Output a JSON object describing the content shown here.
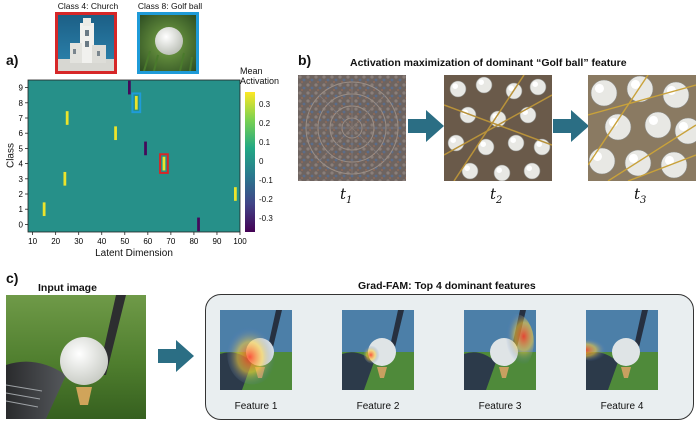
{
  "panel_a": {
    "label": "a)",
    "thumb_church_caption": "Class 4: Church",
    "thumb_golf_caption": "Class 8: Golf ball",
    "colorbar_title_line1": "Mean",
    "colorbar_title_line2": "Activation",
    "colorbar_ticks": [
      "0.3",
      "0.2",
      "0.1",
      "0",
      "-0.1",
      "-0.2",
      "-0.3"
    ],
    "colors": {
      "church_box": "#d62728",
      "golf_box": "#1f9bd8"
    },
    "chart_data": {
      "type": "heatmap",
      "xlabel": "Latent Dimension",
      "ylabel": "Class",
      "xlim": [
        8,
        100
      ],
      "ylim": [
        -0.5,
        9.5
      ],
      "x_ticks": [
        10,
        20,
        30,
        40,
        50,
        60,
        70,
        80,
        90,
        100
      ],
      "y_ticks": [
        0,
        1,
        2,
        3,
        4,
        5,
        6,
        7,
        8,
        9
      ],
      "background_value": 0.0,
      "colorbar_range": [
        -0.37,
        0.37
      ],
      "cells": [
        {
          "x": 15,
          "y": 1,
          "value": 0.35
        },
        {
          "x": 24,
          "y": 3,
          "value": 0.35
        },
        {
          "x": 25,
          "y": 7,
          "value": 0.35
        },
        {
          "x": 46,
          "y": 6,
          "value": 0.35
        },
        {
          "x": 52,
          "y": 9,
          "value": -0.35
        },
        {
          "x": 55,
          "y": 8,
          "value": 0.35,
          "highlight": "golf"
        },
        {
          "x": 59,
          "y": 5,
          "value": -0.35
        },
        {
          "x": 67,
          "y": 4,
          "value": 0.35,
          "highlight": "church"
        },
        {
          "x": 82,
          "y": 0,
          "value": -0.35
        },
        {
          "x": 98,
          "y": 2,
          "value": 0.35
        }
      ]
    }
  },
  "panel_b": {
    "label": "b)",
    "title": "Activation maximization of dominant “Golf ball” feature",
    "steps": [
      {
        "base": "t",
        "sub": "1"
      },
      {
        "base": "t",
        "sub": "2"
      },
      {
        "base": "t",
        "sub": "3"
      }
    ]
  },
  "panel_c": {
    "label": "c)",
    "input_title": "Input image",
    "gradfam_title": "Grad-FAM: Top 4 dominant features",
    "features": [
      "Feature 1",
      "Feature 2",
      "Feature 3",
      "Feature 4"
    ]
  }
}
